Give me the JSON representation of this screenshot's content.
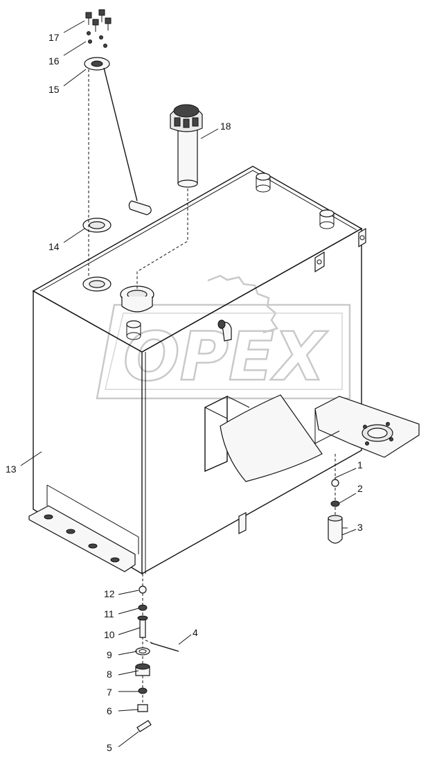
{
  "watermark": {
    "text": "OPEX"
  },
  "callouts": [
    {
      "id": "1",
      "text": "1"
    },
    {
      "id": "2",
      "text": "2"
    },
    {
      "id": "3",
      "text": "3"
    },
    {
      "id": "4",
      "text": "4"
    },
    {
      "id": "5",
      "text": "5"
    },
    {
      "id": "6",
      "text": "6"
    },
    {
      "id": "7",
      "text": "7"
    },
    {
      "id": "8",
      "text": "8"
    },
    {
      "id": "9",
      "text": "9"
    },
    {
      "id": "10",
      "text": "10"
    },
    {
      "id": "11",
      "text": "11"
    },
    {
      "id": "12",
      "text": "12"
    },
    {
      "id": "13",
      "text": "13"
    },
    {
      "id": "14",
      "text": "14"
    },
    {
      "id": "15",
      "text": "15"
    },
    {
      "id": "16",
      "text": "16"
    },
    {
      "id": "17",
      "text": "17"
    },
    {
      "id": "18",
      "text": "18"
    }
  ]
}
